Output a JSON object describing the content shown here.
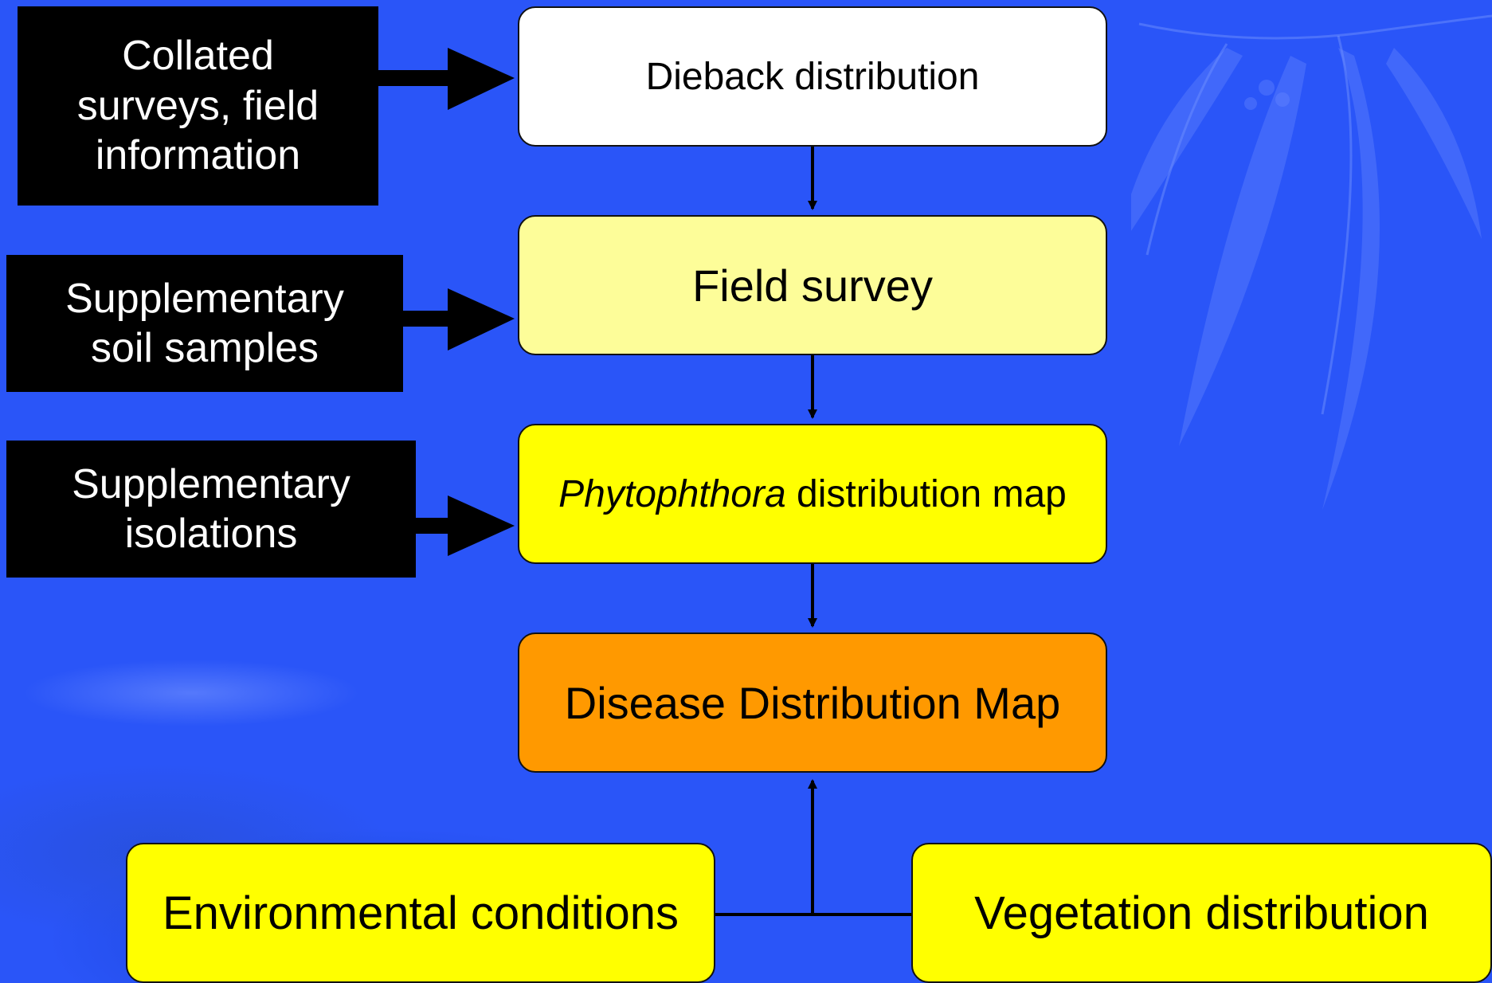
{
  "sources": {
    "collated": [
      "Collated",
      "surveys, field",
      "information"
    ],
    "soil": [
      "Supplementary",
      "soil samples"
    ],
    "isolations": [
      "Supplementary",
      "isolations"
    ]
  },
  "flow": {
    "dieback": "Dieback distribution",
    "field_survey": "Field survey",
    "phytophthora_italic": "Phytophthora",
    "phytophthora_rest": " distribution map",
    "disease_map": "Disease Distribution Map"
  },
  "inputs": {
    "environmental": "Environmental conditions",
    "vegetation": "Vegetation distribution"
  },
  "colors": {
    "background": "#2a55f8",
    "dieback": "#ffffff",
    "field_survey": "#fdfd99",
    "phytophthora": "#ffff00",
    "disease_map": "#ff9900",
    "inputs": "#ffff00",
    "sources": "#000000"
  }
}
